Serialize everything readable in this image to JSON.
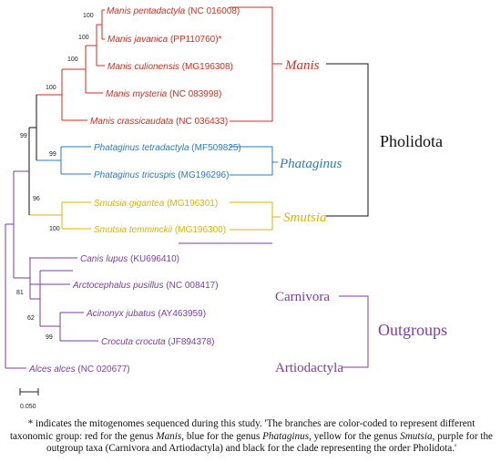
{
  "colors": {
    "manis": "#d62d20",
    "phataginus": "#2b7bbf",
    "smutsia": "#e0b400",
    "outgroup": "#7a3ea6",
    "pholidota": "#111111"
  },
  "taxa": [
    {
      "species": "Manis pentadactyla",
      "acc": "(NC 016008)",
      "group": "manis",
      "mark": ""
    },
    {
      "species": "Manis javanica",
      "acc": "(PP110760)",
      "group": "manis",
      "mark": "*"
    },
    {
      "species": "Manis culionensis",
      "acc": "(MG196308)",
      "group": "manis",
      "mark": ""
    },
    {
      "species": "Manis mysteria",
      "acc": "(NC 083998)",
      "group": "manis",
      "mark": ""
    },
    {
      "species": "Manis crassicaudata",
      "acc": "(NC 036433)",
      "group": "manis",
      "mark": ""
    },
    {
      "species": "Phataginus tetradactyla",
      "acc": "(MF509825)",
      "group": "phataginus",
      "mark": ""
    },
    {
      "species": "Phataginus tricuspis",
      "acc": "(MG196296)",
      "group": "phataginus",
      "mark": ""
    },
    {
      "species": "Smutsia gigantea",
      "acc": "(MG196301)",
      "group": "smutsia",
      "mark": ""
    },
    {
      "species": "Smutsia temminckii",
      "acc": "(MG196300)",
      "group": "smutsia",
      "mark": ""
    },
    {
      "species": "Canis lupus",
      "acc": "(KU696410)",
      "group": "outgroup",
      "mark": ""
    },
    {
      "species": "Arctocephalus pusillus",
      "acc": "(NC 008417)",
      "group": "outgroup",
      "mark": ""
    },
    {
      "species": "Acinonyx jubatus",
      "acc": "(AY463959)",
      "group": "outgroup",
      "mark": ""
    },
    {
      "species": "Crocuta crocuta",
      "acc": "(JF894378)",
      "group": "outgroup",
      "mark": ""
    },
    {
      "species": "Alces alces",
      "acc": "(NC 020677)",
      "group": "outgroup",
      "mark": ""
    }
  ],
  "bootstrap": [
    "100",
    "100",
    "100",
    "100",
    "99",
    "99",
    "96",
    "100",
    "81",
    "62",
    "99"
  ],
  "groups": {
    "manis": "Manis",
    "phataginus": "Phataginus",
    "smutsia": "Smutsia",
    "pholidota": "Pholidota",
    "carnivora": "Carnivora",
    "artiodactyla": "Artiodactyla",
    "outgroups": "Outgroups"
  },
  "scale_label": "0.050",
  "caption": {
    "t1": "* indicates the mitogenomes sequenced during this study. 'The branches are color-coded to represent different taxonomic group: red for the genus ",
    "g1": "Manis",
    "t2": ", blue for the genus ",
    "g2": "Phataginus",
    "t3": ", yellow for the genus ",
    "g3": "Smutsia",
    "t4": ", purple for the outgroup taxa (Carnivora and Artiodactyla) and black for the clade representing the order Pholidota.'"
  }
}
